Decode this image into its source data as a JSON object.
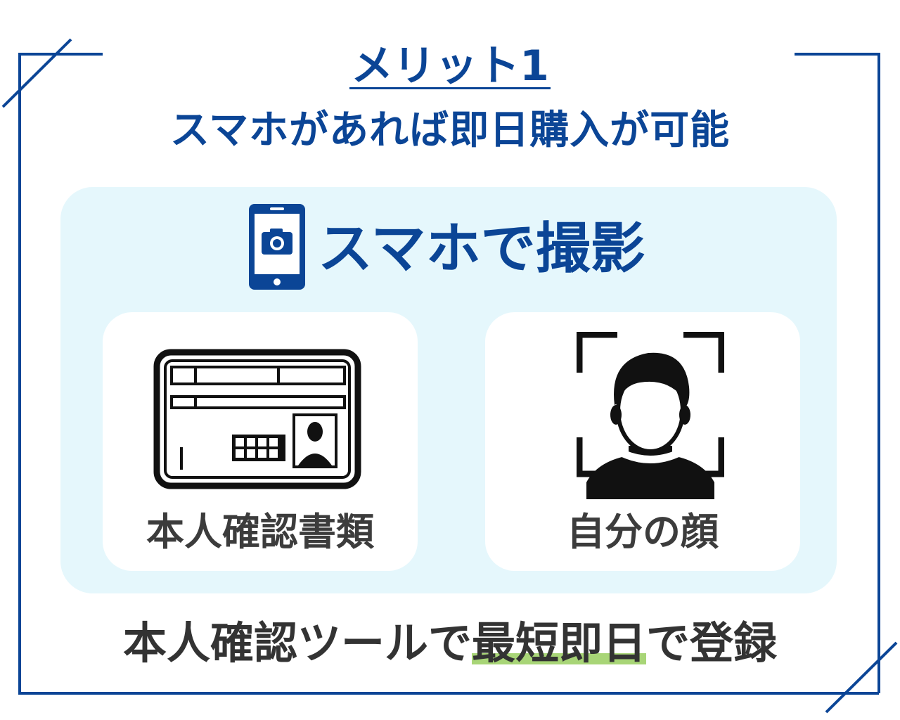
{
  "header": {
    "merit_label": "メリット1",
    "headline": "スマホがあれば即日購入が可能"
  },
  "panel": {
    "title": "スマホで撮影",
    "title_icon": "smartphone-camera-icon",
    "cards": [
      {
        "label": "本人確認書類",
        "icon": "id-card-icon"
      },
      {
        "label": "自分の顔",
        "icon": "face-scan-icon"
      }
    ]
  },
  "footer": {
    "text_before": "本人確認ツールで",
    "text_highlight": "最短即日",
    "text_after": "で登録"
  },
  "colors": {
    "brand_blue": "#0b4596",
    "panel_bg": "#e5f7fc",
    "highlight_green": "#a8d577",
    "text_dark": "#333333"
  }
}
